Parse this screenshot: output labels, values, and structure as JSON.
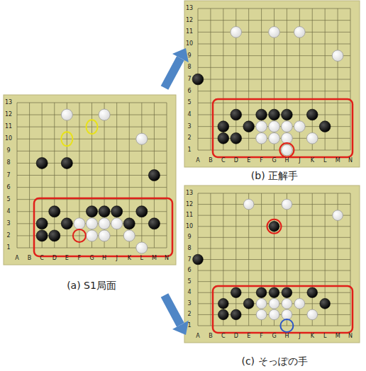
{
  "diagram": {
    "nodes": [
      {
        "text": [
          "(a) S1局面"
        ]
      },
      {
        "text": [
          "(b) 正解手"
        ]
      },
      {
        "text": [
          "(c) そっぽの手"
        ]
      }
    ],
    "edges": [
      {
        "from": 0,
        "to": 1,
        "arrow": "to"
      },
      {
        "from": 0,
        "to": 2,
        "arrow": "to"
      }
    ],
    "labels": [
      "13",
      "12",
      "11",
      "10",
      "9",
      "8",
      "7",
      "6",
      "5",
      "4",
      "3",
      "2",
      "1",
      "A",
      "B",
      "C",
      "D",
      "E",
      "F",
      "G",
      "H",
      "J",
      "K",
      "L",
      "M",
      "N",
      "13",
      "12",
      "11",
      "10",
      "9",
      "8",
      "7",
      "6",
      "5",
      "4",
      "3",
      "2",
      "1",
      "A",
      "B",
      "C",
      "D",
      "E",
      "F",
      "G",
      "H",
      "J",
      "K",
      "L",
      "M",
      "N",
      "13",
      "12",
      "11",
      "10",
      "9",
      "8",
      "7",
      "6",
      "5",
      "4",
      "3",
      "2",
      "1",
      "A",
      "B",
      "C",
      "D",
      "E",
      "F",
      "G",
      "H",
      "J",
      "K",
      "L",
      "M",
      "N"
    ]
  }
}
